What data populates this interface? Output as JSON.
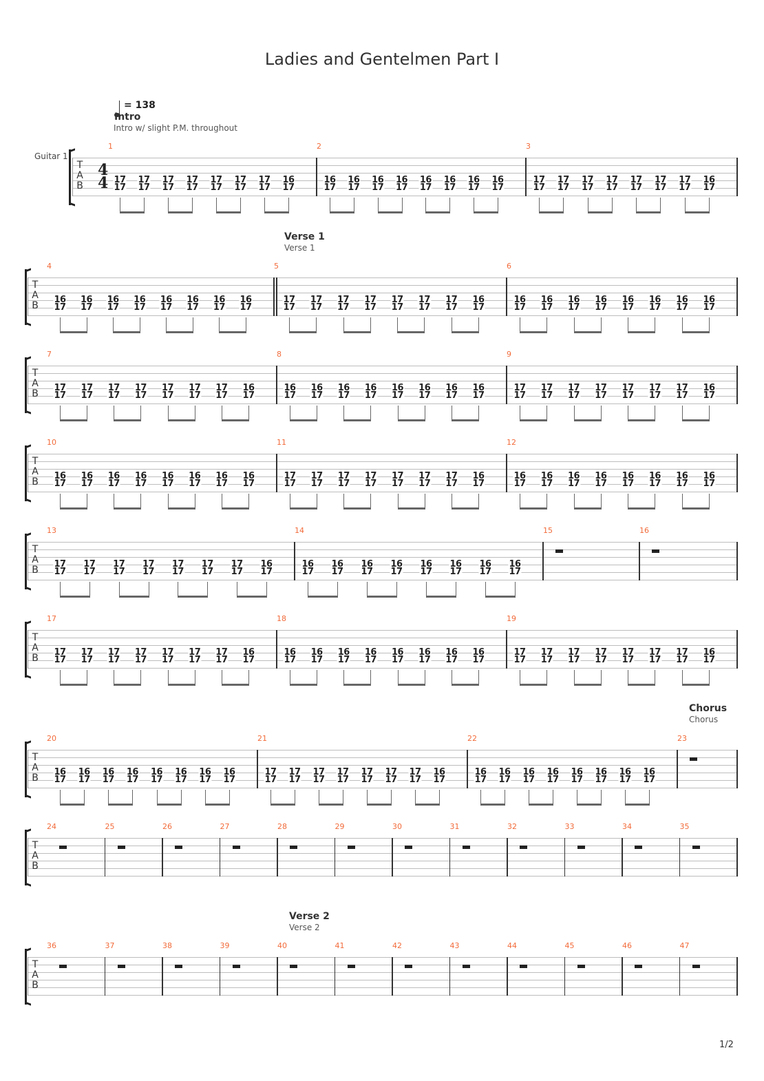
{
  "title": "Ladies and Gentelmen Part I",
  "tempo": {
    "icon": "quarter-note-icon",
    "value": "= 138"
  },
  "track_label": "Guitar 1",
  "tab_letters": [
    "T",
    "A",
    "B"
  ],
  "time_signature": {
    "top": "4",
    "bottom": "4"
  },
  "sections": {
    "intro": {
      "title": "Intro",
      "subtitle": "Intro w/ slight P.M. throughout"
    },
    "verse1": {
      "title": "Verse 1",
      "subtitle": "Verse 1"
    },
    "chorus": {
      "title": "Chorus",
      "subtitle": "Chorus"
    },
    "verse2": {
      "title": "Verse 2",
      "subtitle": "Verse 2"
    }
  },
  "page_number": "1/2",
  "patterns": {
    "A": [
      [
        "17",
        "17"
      ],
      [
        "17",
        "17"
      ],
      [
        "17",
        "17"
      ],
      [
        "17",
        "17"
      ],
      [
        "17",
        "17"
      ],
      [
        "17",
        "17"
      ],
      [
        "17",
        "17"
      ],
      [
        "16",
        "17"
      ]
    ],
    "B": [
      [
        "16",
        "17"
      ],
      [
        "16",
        "17"
      ],
      [
        "16",
        "17"
      ],
      [
        "16",
        "17"
      ],
      [
        "16",
        "17"
      ],
      [
        "16",
        "17"
      ],
      [
        "16",
        "17"
      ],
      [
        "16",
        "17"
      ]
    ]
  },
  "measures": [
    {
      "n": "1",
      "p": "A"
    },
    {
      "n": "2",
      "p": "B"
    },
    {
      "n": "3",
      "p": "A"
    },
    {
      "n": "4",
      "p": "B"
    },
    {
      "n": "5",
      "p": "A"
    },
    {
      "n": "6",
      "p": "B"
    },
    {
      "n": "7",
      "p": "A"
    },
    {
      "n": "8",
      "p": "B"
    },
    {
      "n": "9",
      "p": "A"
    },
    {
      "n": "10",
      "p": "B"
    },
    {
      "n": "11",
      "p": "A"
    },
    {
      "n": "12",
      "p": "B"
    },
    {
      "n": "13",
      "p": "A"
    },
    {
      "n": "14",
      "p": "B"
    },
    {
      "n": "15",
      "p": "rest"
    },
    {
      "n": "16",
      "p": "rest"
    },
    {
      "n": "17",
      "p": "A"
    },
    {
      "n": "18",
      "p": "B"
    },
    {
      "n": "19",
      "p": "A"
    },
    {
      "n": "20",
      "p": "B"
    },
    {
      "n": "21",
      "p": "A"
    },
    {
      "n": "22",
      "p": "B"
    },
    {
      "n": "23",
      "p": "rest"
    },
    {
      "n": "24",
      "p": "rest"
    },
    {
      "n": "25",
      "p": "rest"
    },
    {
      "n": "26",
      "p": "rest"
    },
    {
      "n": "27",
      "p": "rest"
    },
    {
      "n": "28",
      "p": "rest"
    },
    {
      "n": "29",
      "p": "rest"
    },
    {
      "n": "30",
      "p": "rest"
    },
    {
      "n": "31",
      "p": "rest"
    },
    {
      "n": "32",
      "p": "rest"
    },
    {
      "n": "33",
      "p": "rest"
    },
    {
      "n": "34",
      "p": "rest"
    },
    {
      "n": "35",
      "p": "rest"
    },
    {
      "n": "36",
      "p": "rest"
    },
    {
      "n": "37",
      "p": "rest"
    },
    {
      "n": "38",
      "p": "rest"
    },
    {
      "n": "39",
      "p": "rest"
    },
    {
      "n": "40",
      "p": "rest"
    },
    {
      "n": "41",
      "p": "rest"
    },
    {
      "n": "42",
      "p": "rest"
    },
    {
      "n": "43",
      "p": "rest"
    },
    {
      "n": "44",
      "p": "rest"
    },
    {
      "n": "45",
      "p": "rest"
    },
    {
      "n": "46",
      "p": "rest"
    },
    {
      "n": "47",
      "p": "rest"
    }
  ]
}
